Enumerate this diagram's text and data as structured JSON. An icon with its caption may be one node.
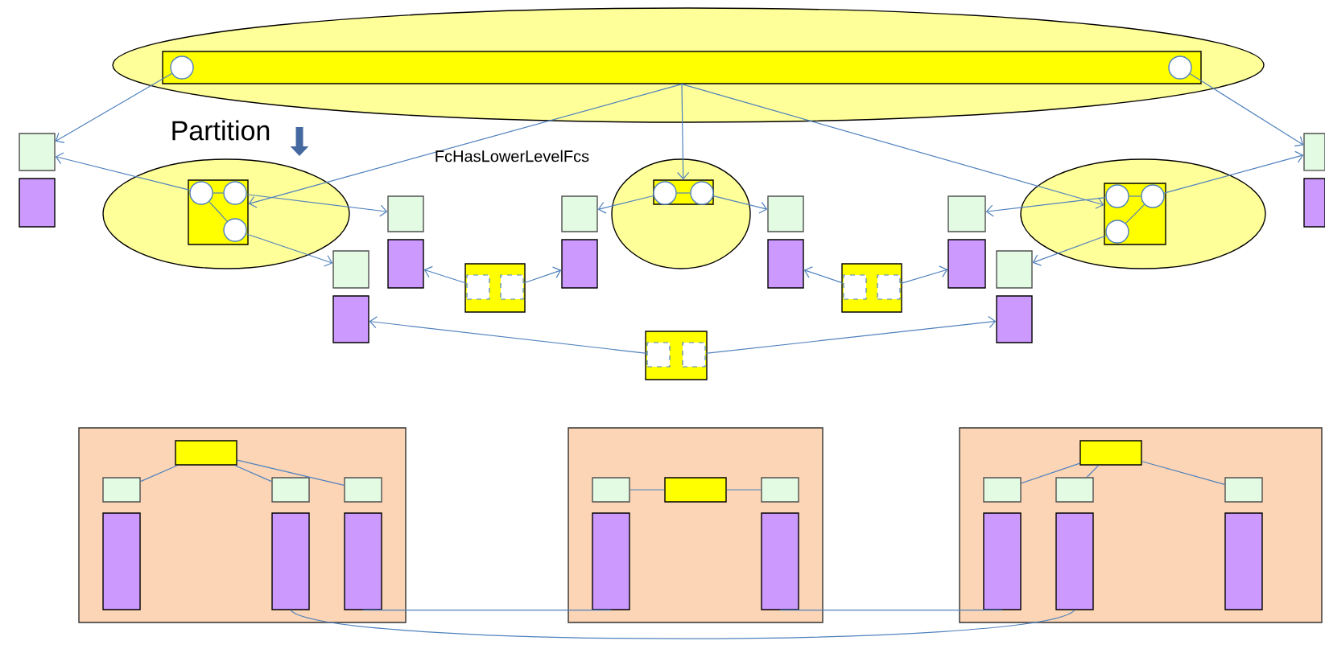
{
  "diagram": {
    "nodes": [
      {
        "text": [],
        "shape": "ellipse"
      },
      {
        "text": [],
        "shape": "bar",
        "in": 0
      },
      {
        "text": [],
        "shape": "circle",
        "in": 1
      },
      {
        "text": [],
        "shape": "circle",
        "in": 1
      },
      {
        "text": [],
        "shape": "box"
      },
      {
        "text": [],
        "shape": "box"
      },
      {
        "text": [],
        "shape": "ellipse"
      },
      {
        "text": [],
        "shape": "box",
        "in": 6
      },
      {
        "text": [],
        "shape": "circle",
        "in": 7
      },
      {
        "text": [],
        "shape": "circle",
        "in": 7
      },
      {
        "text": [],
        "shape": "circle",
        "in": 7
      },
      {
        "text": [],
        "shape": "box"
      },
      {
        "text": [],
        "shape": "box"
      },
      {
        "text": [],
        "shape": "box"
      },
      {
        "text": [],
        "shape": "box"
      },
      {
        "text": [],
        "shape": "box"
      },
      {
        "text": [],
        "shape": "box",
        "in": 15
      },
      {
        "text": [],
        "shape": "box",
        "in": 15
      },
      {
        "text": [],
        "shape": "box"
      },
      {
        "text": [],
        "shape": "box"
      },
      {
        "text": [],
        "shape": "ellipse"
      },
      {
        "text": [],
        "shape": "box",
        "in": 20
      },
      {
        "text": [],
        "shape": "circle",
        "in": 21
      },
      {
        "text": [],
        "shape": "circle",
        "in": 21
      },
      {
        "text": [],
        "shape": "box"
      },
      {
        "text": [],
        "shape": "box"
      },
      {
        "text": [],
        "shape": "box"
      },
      {
        "text": [],
        "shape": "box",
        "in": 26
      },
      {
        "text": [],
        "shape": "box",
        "in": 26
      },
      {
        "text": [],
        "shape": "box"
      },
      {
        "text": [],
        "shape": "box"
      },
      {
        "text": [],
        "shape": "box"
      },
      {
        "text": [],
        "shape": "box"
      },
      {
        "text": [],
        "shape": "ellipse"
      },
      {
        "text": [],
        "shape": "box",
        "in": 33
      },
      {
        "text": [],
        "shape": "circle",
        "in": 34
      },
      {
        "text": [],
        "shape": "circle",
        "in": 34
      },
      {
        "text": [],
        "shape": "circle",
        "in": 34
      },
      {
        "text": [],
        "shape": "box"
      },
      {
        "text": [],
        "shape": "box"
      },
      {
        "text": [],
        "shape": "box"
      },
      {
        "text": [],
        "shape": "box",
        "in": 40
      },
      {
        "text": [],
        "shape": "box",
        "in": 40
      },
      {
        "text": [],
        "shape": "box"
      },
      {
        "text": [],
        "shape": "box",
        "in": 43
      },
      {
        "text": [],
        "shape": "box",
        "in": 43
      },
      {
        "text": [],
        "shape": "box",
        "in": 43
      },
      {
        "text": [],
        "shape": "box",
        "in": 43
      },
      {
        "text": [],
        "shape": "box",
        "in": 43
      },
      {
        "text": [],
        "shape": "box",
        "in": 43
      },
      {
        "text": [],
        "shape": "box",
        "in": 43
      },
      {
        "text": [],
        "shape": "box"
      },
      {
        "text": [],
        "shape": "box",
        "in": 51
      },
      {
        "text": [],
        "shape": "box",
        "in": 51
      },
      {
        "text": [],
        "shape": "box",
        "in": 51
      },
      {
        "text": [],
        "shape": "box",
        "in": 51
      },
      {
        "text": [],
        "shape": "box",
        "in": 51
      },
      {
        "text": [],
        "shape": "box"
      },
      {
        "text": [],
        "shape": "box",
        "in": 57
      },
      {
        "text": [],
        "shape": "box",
        "in": 57
      },
      {
        "text": [],
        "shape": "box",
        "in": 57
      },
      {
        "text": [],
        "shape": "box",
        "in": 57
      },
      {
        "text": [],
        "shape": "box",
        "in": 57
      },
      {
        "text": [],
        "shape": "box",
        "in": 57
      },
      {
        "text": [],
        "shape": "box",
        "in": 57
      }
    ],
    "edges": [
      {
        "from": 2,
        "to": 4,
        "arrow": "to"
      },
      {
        "from": 1,
        "to": 7,
        "arrow": "to"
      },
      {
        "from": 1,
        "to": 21,
        "arrow": "to"
      },
      {
        "from": 1,
        "to": 34,
        "arrow": "to"
      },
      {
        "from": 3,
        "to": 38,
        "arrow": "to"
      },
      {
        "from": 8,
        "to": 4,
        "arrow": "to"
      },
      {
        "from": 9,
        "to": 11,
        "arrow": "to"
      },
      {
        "from": 10,
        "to": 13,
        "arrow": "to"
      },
      {
        "from": 8,
        "to": 9,
        "arrow": "none"
      },
      {
        "from": 8,
        "to": 10,
        "arrow": "none"
      },
      {
        "from": 16,
        "to": 12,
        "arrow": "to"
      },
      {
        "from": 17,
        "to": 19,
        "arrow": "to"
      },
      {
        "from": 22,
        "to": 18,
        "arrow": "to"
      },
      {
        "from": 23,
        "to": 24,
        "arrow": "to"
      },
      {
        "from": 22,
        "to": 23,
        "arrow": "none"
      },
      {
        "from": 27,
        "to": 25,
        "arrow": "to"
      },
      {
        "from": 28,
        "to": 30,
        "arrow": "to"
      },
      {
        "from": 35,
        "to": 29,
        "arrow": "to"
      },
      {
        "from": 37,
        "to": 31,
        "arrow": "to"
      },
      {
        "from": 36,
        "to": 38,
        "arrow": "to"
      },
      {
        "from": 35,
        "to": 36,
        "arrow": "none"
      },
      {
        "from": 36,
        "to": 37,
        "arrow": "none"
      },
      {
        "from": 41,
        "to": 14,
        "arrow": "to"
      },
      {
        "from": 42,
        "to": 32,
        "arrow": "to"
      },
      {
        "from": 44,
        "to": 45,
        "arrow": "none"
      },
      {
        "from": 44,
        "to": 46,
        "arrow": "none"
      },
      {
        "from": 44,
        "to": 47,
        "arrow": "none"
      },
      {
        "from": 53,
        "to": 52,
        "arrow": "none"
      },
      {
        "from": 53,
        "to": 54,
        "arrow": "none"
      },
      {
        "from": 58,
        "to": 59,
        "arrow": "none"
      },
      {
        "from": 58,
        "to": 60,
        "arrow": "none"
      },
      {
        "from": 58,
        "to": 61,
        "arrow": "none"
      },
      {
        "from": 50,
        "to": 55,
        "arrow": "none"
      },
      {
        "from": 56,
        "to": 62,
        "arrow": "none"
      },
      {
        "from": 49,
        "to": 63,
        "arrow": "none"
      }
    ],
    "labels": [
      "Partition",
      "FcHasLowerLevelFcs"
    ]
  }
}
